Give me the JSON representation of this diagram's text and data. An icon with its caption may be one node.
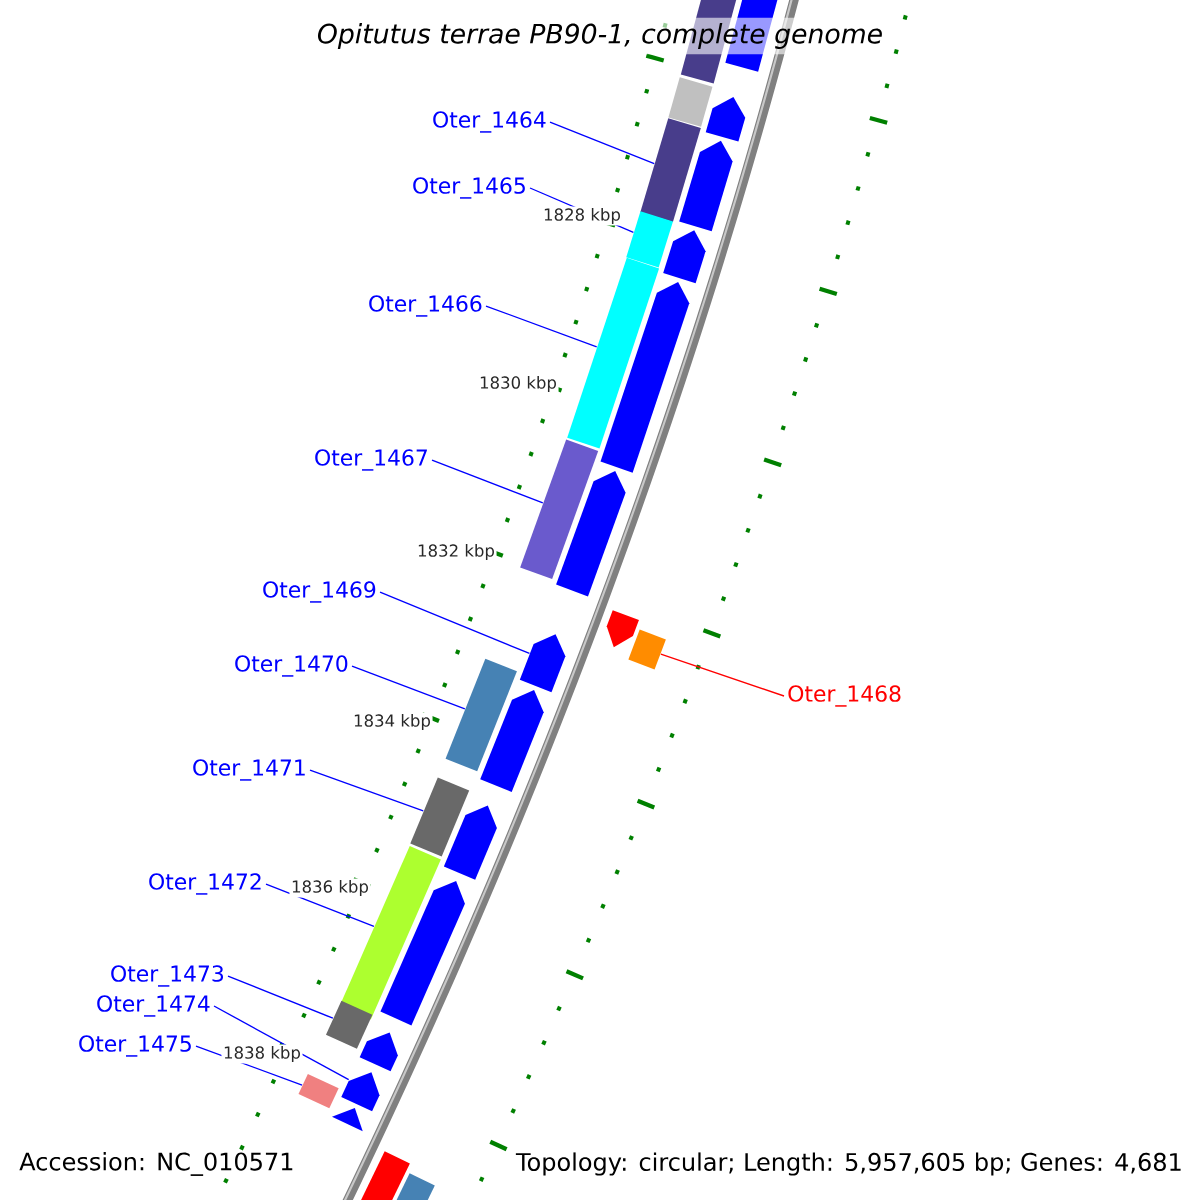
{
  "diagram": {
    "title": "Opitutus terrae PB90-1, complete genome",
    "nodes": [
      {
        "text": [
          "Oter_1464"
        ]
      },
      {
        "text": [
          "Oter_1465"
        ]
      },
      {
        "text": [
          "Oter_1466"
        ]
      },
      {
        "text": [
          "Oter_1467"
        ]
      },
      {
        "text": [
          "Oter_1469"
        ]
      },
      {
        "text": [
          "Oter_1470"
        ]
      },
      {
        "text": [
          "Oter_1468"
        ]
      },
      {
        "text": [
          "Oter_1471"
        ]
      },
      {
        "text": [
          "Oter_1472"
        ]
      },
      {
        "text": [
          "Oter_1473"
        ]
      },
      {
        "text": [
          "Oter_1474"
        ]
      },
      {
        "text": [
          "Oter_1475"
        ]
      },
      {
        "text": [],
        "shape": "box"
      },
      {
        "text": [],
        "shape": "pentagon"
      },
      {
        "text": [],
        "shape": "box"
      },
      {
        "text": [],
        "shape": "pentagon"
      },
      {
        "text": [],
        "shape": "box"
      },
      {
        "text": [],
        "shape": "pentagon"
      },
      {
        "text": [],
        "shape": "box"
      },
      {
        "text": [],
        "shape": "pentagon"
      },
      {
        "text": [],
        "shape": "box"
      },
      {
        "text": [],
        "shape": "pentagon"
      },
      {
        "text": [],
        "shape": "box"
      },
      {
        "text": [],
        "shape": "pentagon"
      },
      {
        "text": [],
        "shape": "pentagon"
      },
      {
        "text": [],
        "shape": "box"
      },
      {
        "text": [],
        "shape": "pentagon"
      },
      {
        "text": [],
        "shape": "box"
      },
      {
        "text": [],
        "shape": "pentagon"
      },
      {
        "text": [],
        "shape": "box"
      },
      {
        "text": [],
        "shape": "pentagon"
      },
      {
        "text": [],
        "shape": "box"
      },
      {
        "text": [],
        "shape": "pentagon"
      },
      {
        "text": [],
        "shape": "box"
      },
      {
        "text": [],
        "shape": "pentagon"
      },
      {
        "text": [],
        "shape": "pentagon"
      },
      {
        "text": [],
        "shape": "box"
      },
      {
        "text": [],
        "shape": "triangle"
      },
      {
        "text": [],
        "shape": "box"
      },
      {
        "text": [],
        "shape": "box"
      }
    ],
    "edges": [
      {
        "from": 0,
        "to": 16,
        "arrow": "none"
      },
      {
        "from": 1,
        "to": 18,
        "arrow": "none"
      },
      {
        "from": 2,
        "to": 20,
        "arrow": "none"
      },
      {
        "from": 3,
        "to": 22,
        "arrow": "none"
      },
      {
        "from": 4,
        "to": 26,
        "arrow": "none"
      },
      {
        "from": 5,
        "to": 27,
        "arrow": "none"
      },
      {
        "from": 6,
        "to": 25,
        "arrow": "none",
        "color": "#ff0000"
      },
      {
        "from": 7,
        "to": 29,
        "arrow": "none"
      },
      {
        "from": 8,
        "to": 31,
        "arrow": "none"
      },
      {
        "from": 9,
        "to": 33,
        "arrow": "none"
      },
      {
        "from": 10,
        "to": 35,
        "arrow": "none"
      },
      {
        "from": 11,
        "to": 36,
        "arrow": "none"
      }
    ],
    "labels": [
      "1828 kbp",
      "1830 kbp",
      "1832 kbp",
      "1834 kbp",
      "1836 kbp",
      "1838 kbp",
      "Accession: NC_010571",
      "Topology: circular; Length: 5,957,605 bp; Genes: 4,681"
    ]
  }
}
